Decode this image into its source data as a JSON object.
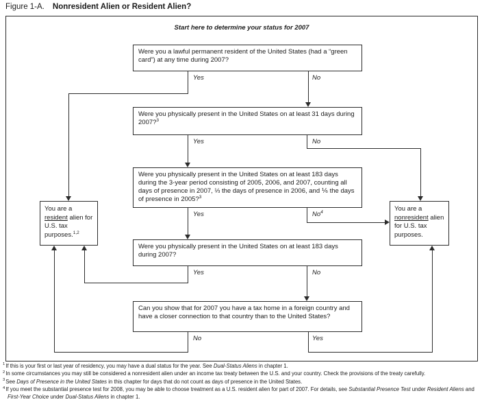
{
  "figure": {
    "label": "Figure 1-A.",
    "title": "Nonresident Alien or Resident Alien?"
  },
  "flowchart": {
    "start_instruction": "Start here to determine your status for 2007",
    "questions": [
      {
        "text": "Were you a lawful permanent resident of the United States (had a “green card”) at any time during 2007?",
        "sup": "",
        "left_label": "Yes",
        "right_label": "No",
        "right_sup": ""
      },
      {
        "text": "Were you physically present in the United States on at least 31 days during 2007?",
        "sup": "3",
        "left_label": "Yes",
        "right_label": "No",
        "right_sup": ""
      },
      {
        "text": "Were you physically present in the United States on at least 183 days during the 3-year period consisting of 2005, 2006, and 2007, counting all days of presence in 2007, ⅓ the days of presence in 2006, and ⅙ the days of presence in 2005?",
        "sup": "3",
        "left_label": "Yes",
        "right_label": "No",
        "right_sup": "4"
      },
      {
        "text": "Were you physically present in the United States on at least 183 days during 2007?",
        "sup": "",
        "left_label": "Yes",
        "right_label": "No",
        "right_sup": ""
      },
      {
        "text": "Can you show that for 2007 you have a tax home in a foreign country and have a closer connection to that country than to the United States?",
        "sup": "",
        "left_label": "No",
        "right_label": "Yes",
        "right_sup": ""
      }
    ],
    "results": {
      "resident": {
        "before": "You are a ",
        "underlined": "resident",
        "after": " alien for U.S. tax purposes.",
        "sup": "1,2"
      },
      "nonresident": {
        "before": "You are a ",
        "underlined": "nonresident",
        "after": " alien for U.S. tax purposes.",
        "sup": ""
      }
    }
  },
  "footnotes": [
    {
      "sup": "1",
      "parts": [
        {
          "text": "If this is your first or last year of residency, you may have a dual status for the year. See "
        },
        {
          "text": "Dual-Status Aliens",
          "italic": true
        },
        {
          "text": " in chapter 1."
        }
      ]
    },
    {
      "sup": "2",
      "parts": [
        {
          "text": "In some circumstances you may still be considered a nonresident alien under an income tax treaty between the U.S. and your country. Check the provisions of the treaty carefully."
        }
      ]
    },
    {
      "sup": "3",
      "parts": [
        {
          "text": "See "
        },
        {
          "text": "Days of Presence in the United States",
          "italic": true
        },
        {
          "text": " in this chapter for days that do not count as days of presence in the United States."
        }
      ]
    },
    {
      "sup": "4",
      "parts": [
        {
          "text": "If you meet the substantial presence test for 2008, you may be able to choose treatment as a U.S. resident alien for part of 2007. For details, see "
        },
        {
          "text": "Substantial Presence Test",
          "italic": true
        },
        {
          "text": " under "
        },
        {
          "text": "Resident Aliens",
          "italic": true
        },
        {
          "text": " and "
        },
        {
          "text": "First-Year Choice",
          "italic": true
        },
        {
          "text": " under "
        },
        {
          "text": "Dual-Status Aliens",
          "italic": true
        },
        {
          "text": " in chapter 1."
        }
      ]
    }
  ],
  "colors": {
    "ink": "#1a1a1a",
    "line": "#2b2b2b",
    "background": "#ffffff"
  }
}
